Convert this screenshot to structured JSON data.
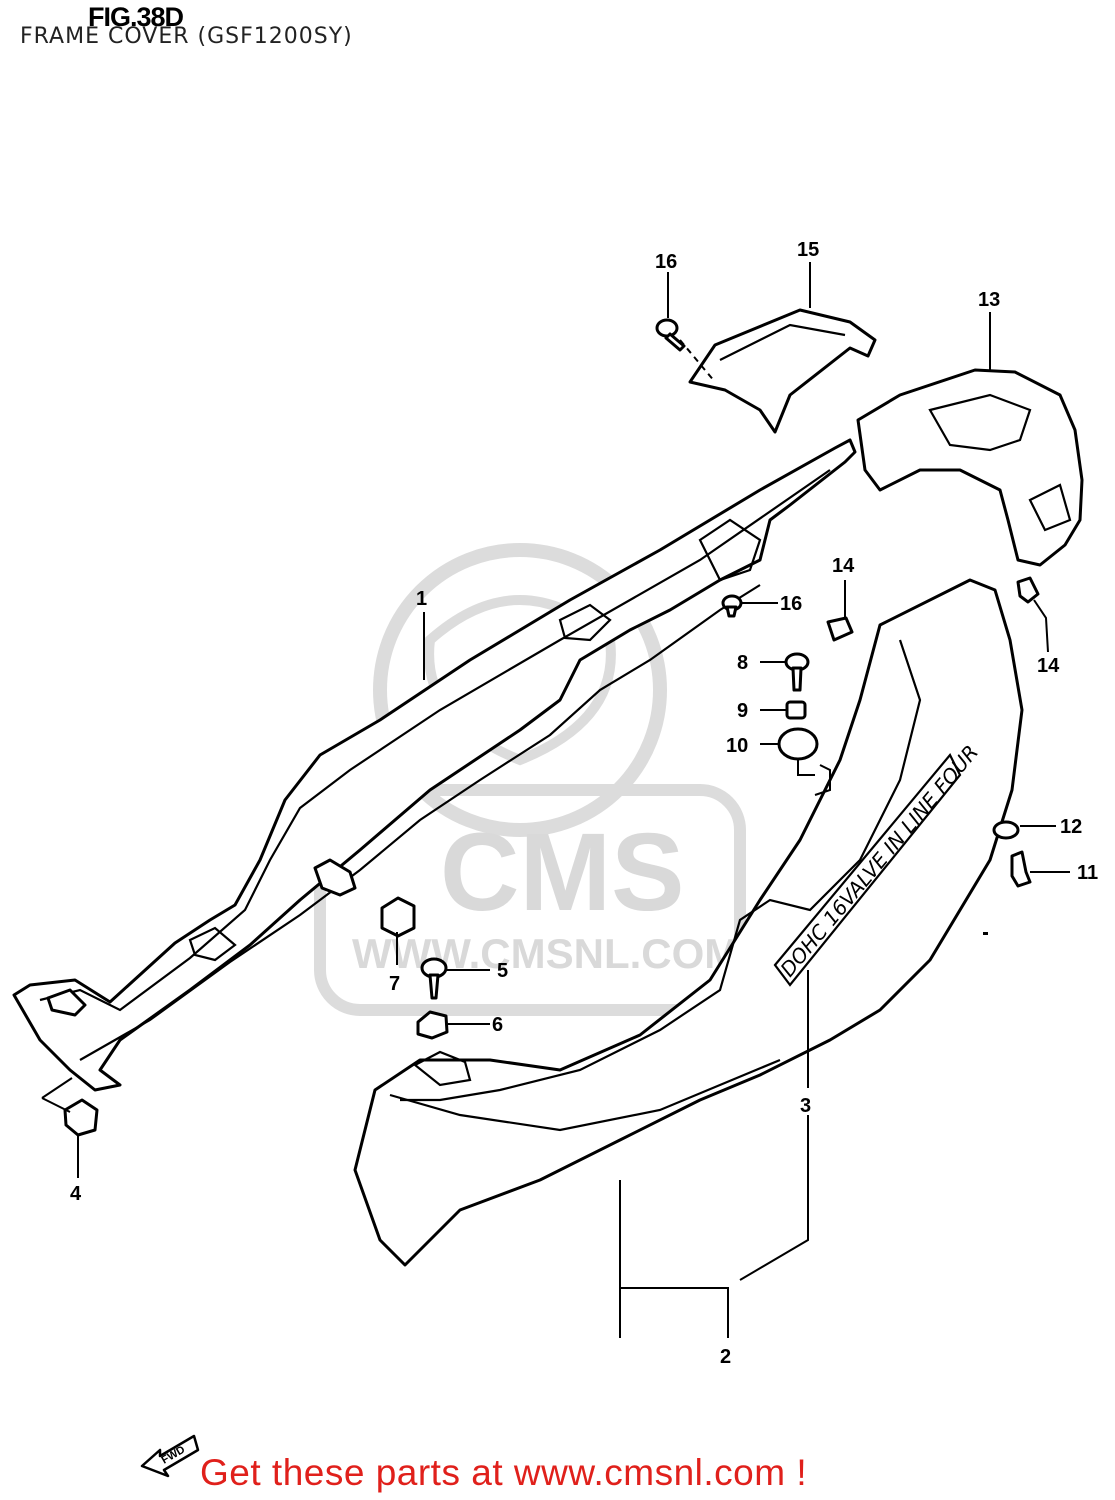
{
  "header": {
    "title": "FIG.38D",
    "subtitle": "FRAME COVER (GSF1200SY)"
  },
  "watermark": {
    "logo_text": "CMS",
    "url_text": "WWW.CMSNL.COM",
    "color": "#d9d9d9"
  },
  "stripe_text": "DOHC 16VALVE IN LINE FOUR",
  "callouts": [
    "1",
    "2",
    "3",
    "4",
    "5",
    "6",
    "7",
    "8",
    "9",
    "10",
    "11",
    "12",
    "13",
    "14",
    "14",
    "15",
    "16",
    "16"
  ],
  "direction_badge": {
    "label": "FWD"
  },
  "footer": {
    "cta": "Get these parts at www.cmsnl.com !",
    "cta_color": "#e0201b"
  }
}
